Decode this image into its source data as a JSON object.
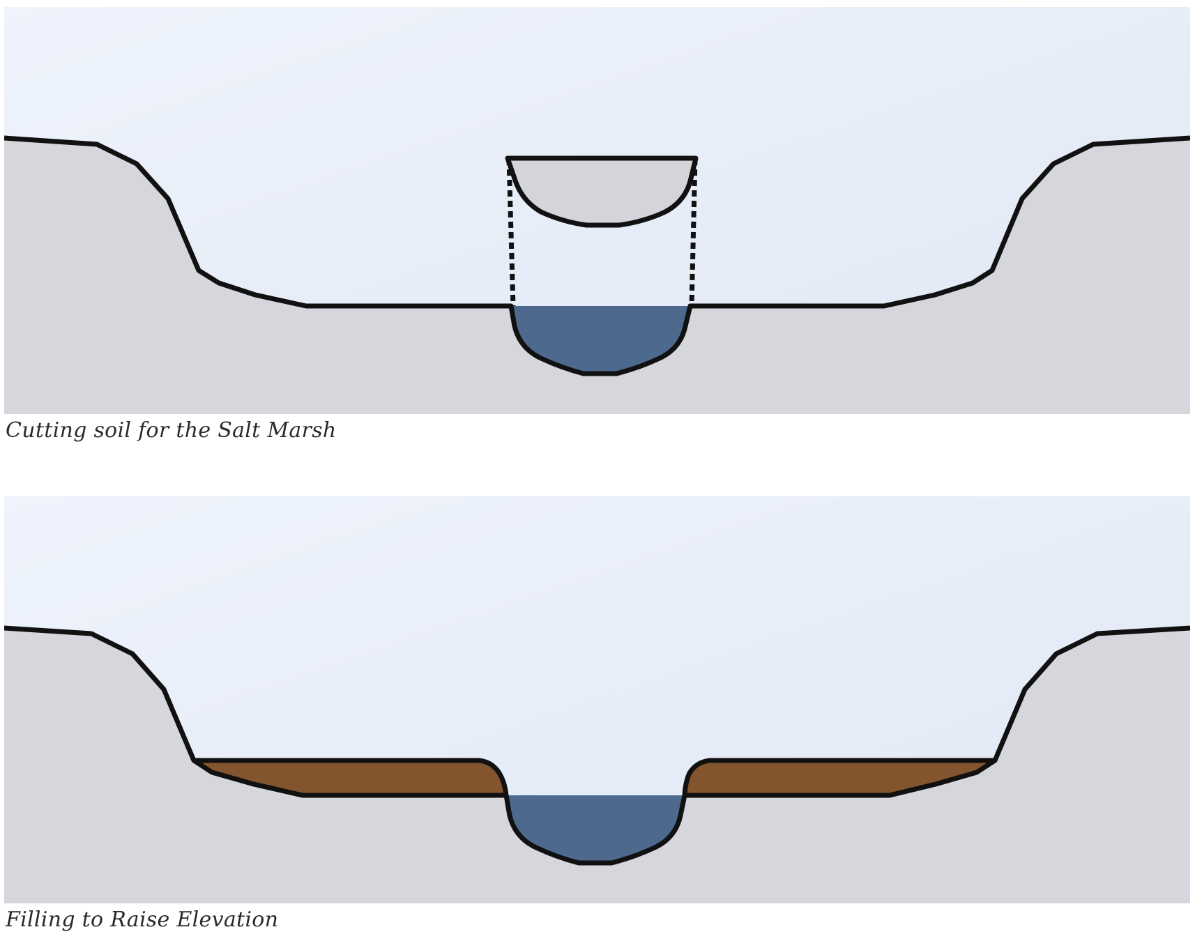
{
  "figures": [
    {
      "id": "cut",
      "caption": "Cutting soil for the Salt Marsh"
    },
    {
      "id": "fill",
      "caption": "Filling to Raise Elevation"
    }
  ],
  "colors": {
    "sky_top": "#eaf0fb",
    "sky_bottom": "#e2e9f6",
    "ground": "#d6d7dc",
    "water": "#4d6a8e",
    "fill_soil": "#83552f",
    "outline": "#111111",
    "cut_soil": "#d6d7dc"
  }
}
